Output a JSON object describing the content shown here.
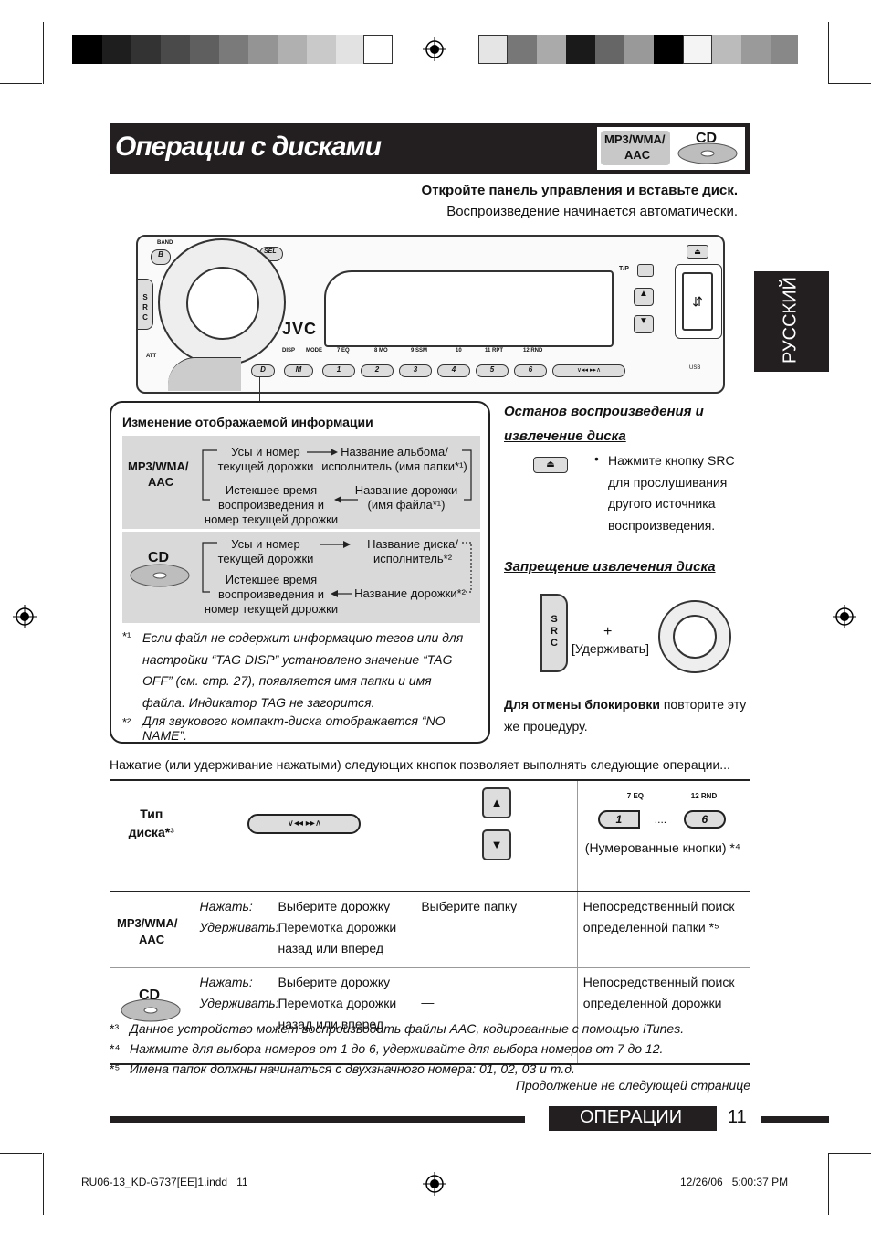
{
  "header": {
    "title": "Операции с дисками",
    "badge_mp3": "MP3/WMA/",
    "badge_aac": "AAC",
    "badge_cd": "CD"
  },
  "side_tab": "РУССКИЙ",
  "intro": {
    "line1": "Откройте панель управления и вставьте диск.",
    "line2": "Воспроизведение начинается автоматически."
  },
  "device": {
    "brand": "JVC",
    "band": "BAND",
    "sel": "SEL",
    "src": "SRC",
    "tp": "T/P",
    "disp": "DISP",
    "mode": "MODE",
    "att": "ATT",
    "usb": "USB",
    "key_labels": [
      "7 EQ",
      "8 MO",
      "9 SSM",
      "10",
      "11 RPT",
      "12 RND"
    ],
    "num_buttons": [
      "D",
      "M",
      "1",
      "2",
      "3",
      "4",
      "5",
      "6"
    ]
  },
  "display_box": {
    "title": "Изменение отображаемой информации",
    "mp3": {
      "a": "Усы и номер текущей дорожки",
      "b": "Название альбома/ исполнитель (имя папки*¹)",
      "c": "Истекшее время воспроизведения и номер текущей дорожки",
      "d": "Название дорожки (имя файла*¹)"
    },
    "cd": {
      "a": "Усы и номер текущей дорожки",
      "b": "Название диска/ исполнитель*²",
      "c": "Истекшее время воспроизведения и номер текущей дорожки",
      "d": "Название дорожки*²"
    },
    "note1_mark": "*¹",
    "note1": "Если файл не содержит информацию тегов или для настройки “TAG DISP” установлено значение “TAG OFF” (см. стр. 27), появляется имя папки и имя файла. Индикатор TAG не загорится.",
    "note2_mark": "*²",
    "note2": "Для звукового компакт-диска отображается “NO NAME”."
  },
  "stop": {
    "heading": "Останов воспроизведения и извлечение диска",
    "text": "Нажмите кнопку SRC для прослушивания другого источника воспроизведения."
  },
  "lock": {
    "heading": "Запрещение извлечения диска",
    "plus": "+",
    "hold": "[Удерживать]",
    "cancel_bold": "Для отмены блокировки",
    "cancel_rest": "повторите эту же процедуру."
  },
  "table": {
    "caption": "Нажатие (или удерживание нажатыми) следующих кнопок позволяет выполнять следующие операции...",
    "col_type": "Тип диска*³",
    "num_caption": "(Нумерованные кнопки) *⁴",
    "num_top1": "7  EQ",
    "num_top2": "12  RND",
    "num_b1": "1",
    "num_b2": "6",
    "dots": "....",
    "press": "Нажать:",
    "hold": "Удерживать:",
    "rows": [
      {
        "press_val": "Выберите дорожку",
        "hold_val": "Перемотка дорожки назад или вперед",
        "updown": "Выберите папку",
        "num": "Непосредственный поиск определенной папки *⁵"
      },
      {
        "press_val": "Выберите дорожку",
        "hold_val": "Перемотка дорожки назад или вперед",
        "updown": "—",
        "num": "Непосредственный поиск определенной дорожки"
      }
    ]
  },
  "footnotes": [
    {
      "mark": "*³",
      "text": "Данное устройство может воспроизводить файлы AAC, кодированные с помощью iTunes."
    },
    {
      "mark": "*⁴",
      "text": "Нажмите для выбора номеров от 1 до 6, удерживайте для выбора номеров от 7 до 12."
    },
    {
      "mark": "*⁵",
      "text": "Имена папок должны начинаться с двухзначного номера: 01, 02, 03 и т.д."
    }
  ],
  "continued": "Продолжение не следующей странице",
  "footer": {
    "section": "ОПЕРАЦИИ",
    "page": "11",
    "file": "RU06-13_KD-G737[EE]1.indd   11",
    "date": "12/26/06   5:00:37 PM"
  },
  "colors": {
    "header_bg": "#231f20",
    "gray_panel": "#d9d9d9",
    "text": "#111111"
  }
}
